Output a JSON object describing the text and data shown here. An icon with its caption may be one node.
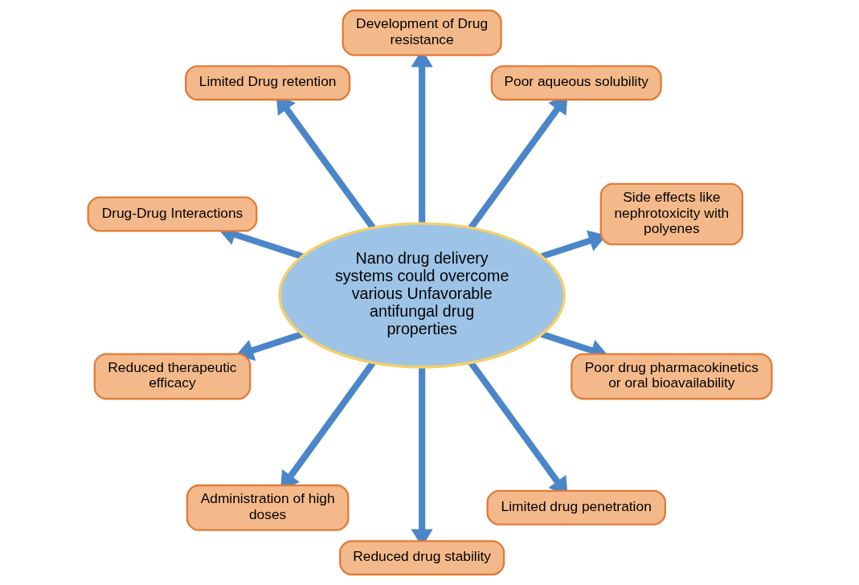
{
  "diagram": {
    "nodes": [
      {
        "text": [
          "Nano drug delivery systems could overcome various Unfavorable antifungal drug properties"
        ]
      },
      {
        "text": [
          "Side effects like nephrotoxicity with polyenes"
        ]
      },
      {
        "text": [
          "Poor aqueous solubility"
        ]
      },
      {
        "text": [
          "Development of Drug resistance"
        ]
      },
      {
        "text": [
          "Limited Drug retention"
        ]
      },
      {
        "text": [
          "Drug-Drug Interactions"
        ]
      },
      {
        "text": [
          "Reduced therapeutic efficacy"
        ]
      },
      {
        "text": [
          "Administration of high doses"
        ]
      },
      {
        "text": [
          "Reduced drug stability"
        ]
      },
      {
        "text": [
          "Limited drug penetration"
        ]
      },
      {
        "text": [
          "Poor drug pharmacokinetics or oral bioavailability"
        ]
      }
    ],
    "edges": [
      {
        "from": 0,
        "to": 5,
        "arrow": "to"
      },
      {
        "from": 0,
        "to": 3,
        "arrow": "to"
      },
      {
        "from": 0,
        "to": 1,
        "arrow": "to"
      },
      {
        "from": 0,
        "to": 2,
        "arrow": "to"
      },
      {
        "from": 0,
        "to": 4,
        "arrow": "to"
      },
      {
        "from": 0,
        "to": 6,
        "arrow": "to"
      },
      {
        "from": 0,
        "to": 8,
        "arrow": "to"
      },
      {
        "from": 0,
        "to": 10,
        "arrow": "to"
      },
      {
        "from": 0,
        "to": 9,
        "arrow": "to"
      },
      {
        "from": 0,
        "to": 7,
        "arrow": "to"
      }
    ]
  }
}
